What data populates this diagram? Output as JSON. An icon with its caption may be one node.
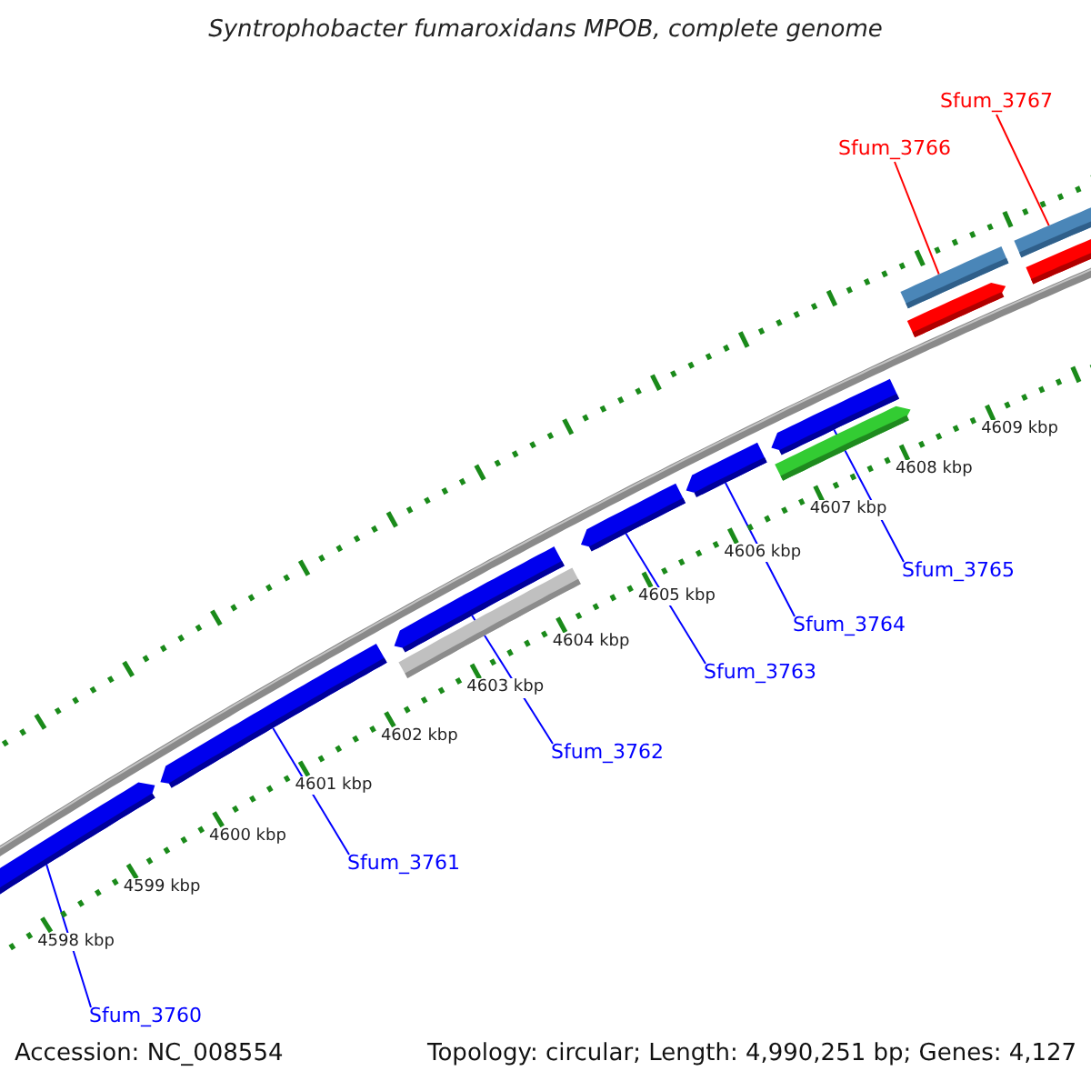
{
  "diagram": {
    "title": "Syntrophobacter fumaroxidans MPOB, complete genome",
    "nodes": [
      {
        "text": [
          "Sfum_3767"
        ]
      },
      {
        "text": [
          "Sfum_3766"
        ]
      },
      {
        "text": [
          "Sfum_3765"
        ]
      },
      {
        "text": [
          "Sfum_3764"
        ]
      },
      {
        "text": [
          "Sfum_3763"
        ]
      },
      {
        "text": [
          "Sfum_3762"
        ]
      },
      {
        "text": [
          "Sfum_3761"
        ]
      },
      {
        "text": [
          "Sfum_3760"
        ]
      },
      {
        "text": [],
        "shape": "arrow"
      },
      {
        "text": [],
        "shape": "arrow"
      },
      {
        "text": [],
        "shape": "arrow"
      },
      {
        "text": [],
        "shape": "bar"
      },
      {
        "text": [],
        "shape": "arrow"
      },
      {
        "text": [],
        "shape": "arrow"
      },
      {
        "text": [],
        "shape": "arrow"
      },
      {
        "text": [],
        "shape": "arrow"
      },
      {
        "text": [],
        "shape": "bar"
      },
      {
        "text": [],
        "shape": "arrow"
      },
      {
        "text": [],
        "shape": "bar"
      },
      {
        "text": [],
        "shape": "arrow"
      }
    ],
    "edges": [
      {
        "from": 0,
        "to": 18,
        "arrow": "none",
        "color": "#ff0000"
      },
      {
        "from": 1,
        "to": 16,
        "arrow": "none",
        "color": "#ff0000"
      },
      {
        "from": 2,
        "to": 14,
        "arrow": "none"
      },
      {
        "from": 3,
        "to": 13,
        "arrow": "none"
      },
      {
        "from": 4,
        "to": 12,
        "arrow": "none"
      },
      {
        "from": 5,
        "to": 10,
        "arrow": "none"
      },
      {
        "from": 6,
        "to": 9,
        "arrow": "none"
      },
      {
        "from": 7,
        "to": 8,
        "arrow": "none"
      }
    ],
    "labels": [
      "4609 kbp",
      "4608 kbp",
      "4607 kbp",
      "4606 kbp",
      "4605 kbp",
      "4604 kbp",
      "4603 kbp",
      "4602 kbp",
      "4601 kbp",
      "4600 kbp",
      "4599 kbp",
      "4598 kbp",
      "Accession: NC_008554",
      "Topology: circular; Length: 4,990,251 bp; Genes: 4,127"
    ]
  }
}
